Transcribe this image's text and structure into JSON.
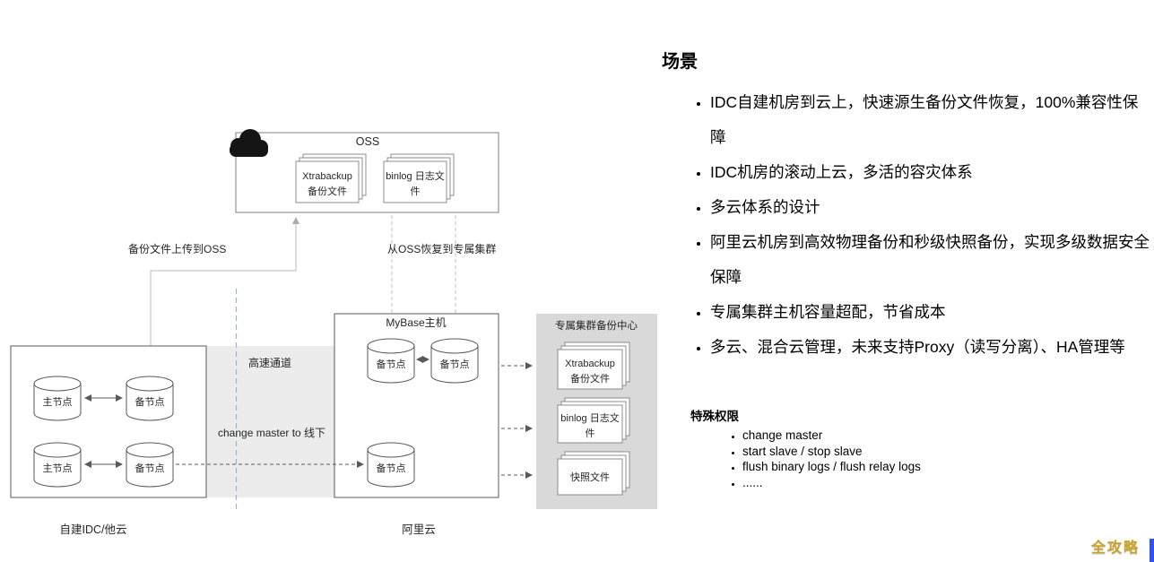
{
  "diagram": {
    "oss": {
      "title": "OSS",
      "stack_xtrabackup": {
        "line1": "Xtrabackup",
        "line2": "备份文件"
      },
      "stack_binlog": {
        "line1": "binlog 日志文",
        "line2": "件"
      }
    },
    "labels": {
      "upload": "备份文件上传到OSS",
      "restore": "从OSS恢复到专属集群",
      "channel": "高速通道",
      "change_master": "change master to 线下",
      "idc_footer": "自建IDC/他云",
      "aliyun_footer": "阿里云"
    },
    "mybase": {
      "title": "MyBase主机",
      "node_top_left": "备节点",
      "node_top_right": "备节点",
      "node_bottom": "备节点"
    },
    "idc_box": {
      "primary1": "主节点",
      "backup1": "备节点",
      "primary2": "主节点",
      "backup2": "备节点"
    },
    "backup_center": {
      "title": "专属集群备份中心",
      "stack_xtrabackup": {
        "line1": "Xtrabackup",
        "line2": "备份文件"
      },
      "stack_binlog": {
        "line1": "binlog 日志文",
        "line2": "件"
      },
      "stack_snapshot": "快照文件"
    },
    "colors": {
      "accent_teal": "#00b0b9",
      "watermark_gold": "#c9a227"
    }
  },
  "panel": {
    "title": "场景",
    "bullets": [
      "IDC自建机房到云上，快速源生备份文件恢复，100%兼容性保障",
      "IDC机房的滚动上云，多活的容灾体系",
      "多云体系的设计",
      "阿里云机房到高效物理备份和秒级快照备份，实现多级数据安全保障",
      "专属集群主机容量超配，节省成本",
      "多云、混合云管理，未来支持Proxy（读写分离）、HA管理等"
    ],
    "special": {
      "title": "特殊权限",
      "items": [
        "change master",
        "start slave / stop slave",
        "flush binary logs / flush relay logs",
        "......"
      ]
    }
  },
  "watermark": "全攻略"
}
